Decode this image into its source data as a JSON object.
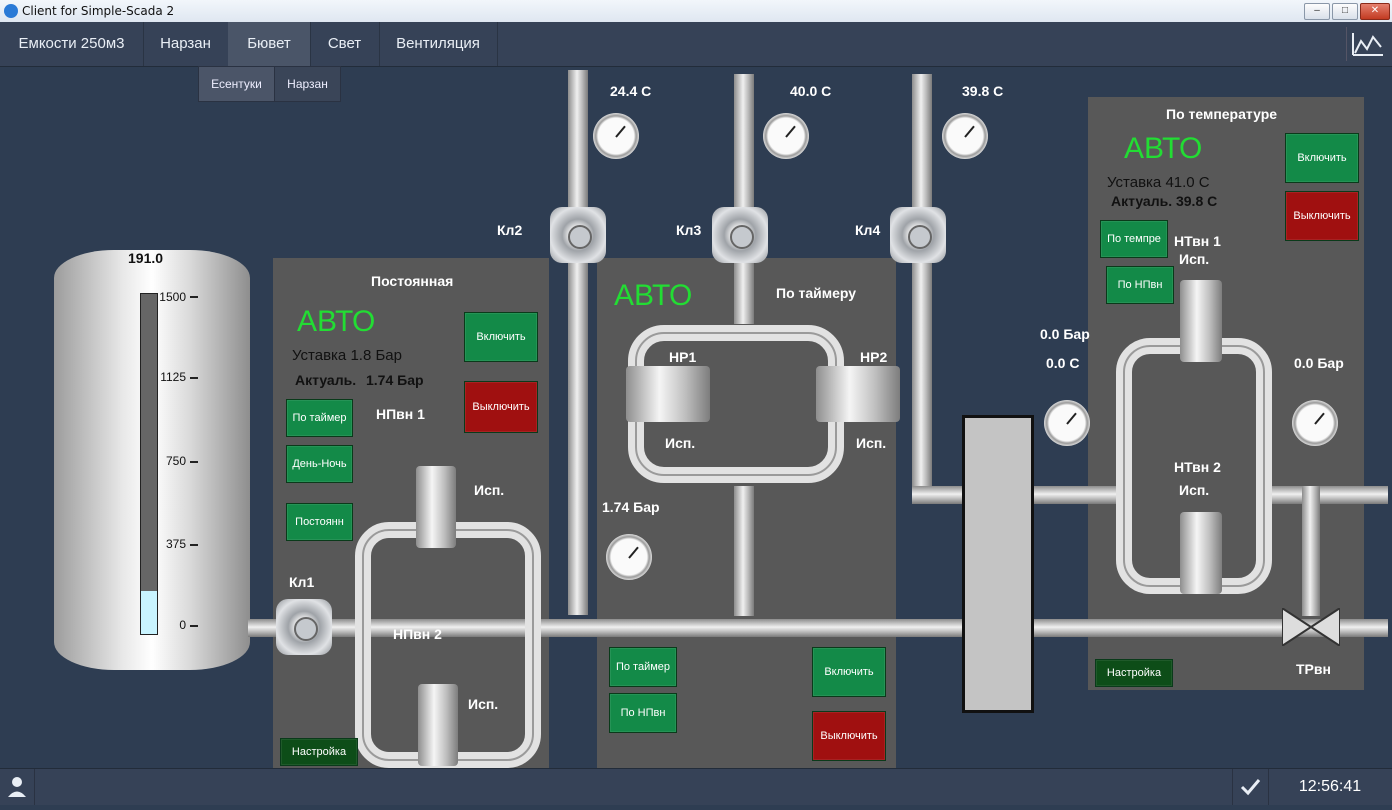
{
  "window": {
    "title": "Client for Simple-Scada 2"
  },
  "nav": {
    "tabs": [
      "Емкости 250м3",
      "Нарзан",
      "Бювет",
      "Свет",
      "Вентиляция"
    ],
    "active": "Бювет"
  },
  "subtabs": [
    "Есентуки",
    "Нарзан"
  ],
  "tank": {
    "value_label": "191.0",
    "scale": [
      "1500",
      "1125",
      "750",
      "375",
      "0"
    ],
    "fill_percent": 12.7
  },
  "left_panel": {
    "title": "Постоянная",
    "mode": "АВТО",
    "setpoint": "Уставка 1.8 Бар",
    "actual_label": "Актуаль.",
    "actual_value": "1.74 Бар",
    "on_label": "Включить",
    "off_label": "Выключить",
    "modes": [
      "По таймер",
      "День-Ночь",
      "Постоянн"
    ],
    "settings_label": "Настройка",
    "pump1": "НПвн 1",
    "pump2": "НПвн 2",
    "pump1_status": "Исп.",
    "pump2_status": "Исп."
  },
  "middle_panel": {
    "title": "По таймеру",
    "mode": "АВТО",
    "pump1": "НР1",
    "pump2": "НР2",
    "pump1_status": "Исп.",
    "pump2_status": "Исп.",
    "on_label": "Включить",
    "off_label": "Выключить",
    "modes": [
      "По таймер",
      "По НПвн"
    ]
  },
  "right_panel": {
    "title": "По температуре",
    "mode": "АВТО",
    "setpoint": "Уставка 41.0 С",
    "actual": "Актуаль. 39.8 С",
    "on_label": "Включить",
    "off_label": "Выключить",
    "modes": [
      "По темпре",
      "По НПвн"
    ],
    "settings_label": "Настройка",
    "pump1": "НТвн 1",
    "pump2": "НТвн 2",
    "pump1_status": "Исп.",
    "pump2_status": "Исп."
  },
  "valves": {
    "kl1": "Кл1",
    "kl2": "Кл2",
    "kl3": "Кл3",
    "kl4": "Кл4",
    "tr": "ТРвн"
  },
  "readings": {
    "t1": "24.4 С",
    "t2": "40.0 С",
    "t3": "39.8 С",
    "p_main": "1.74 Бар",
    "hx_pressure": "0.0 Бар",
    "hx_temp": "0.0 С",
    "out_pressure": "0.0 Бар"
  },
  "status": {
    "time": "12:56:41"
  }
}
